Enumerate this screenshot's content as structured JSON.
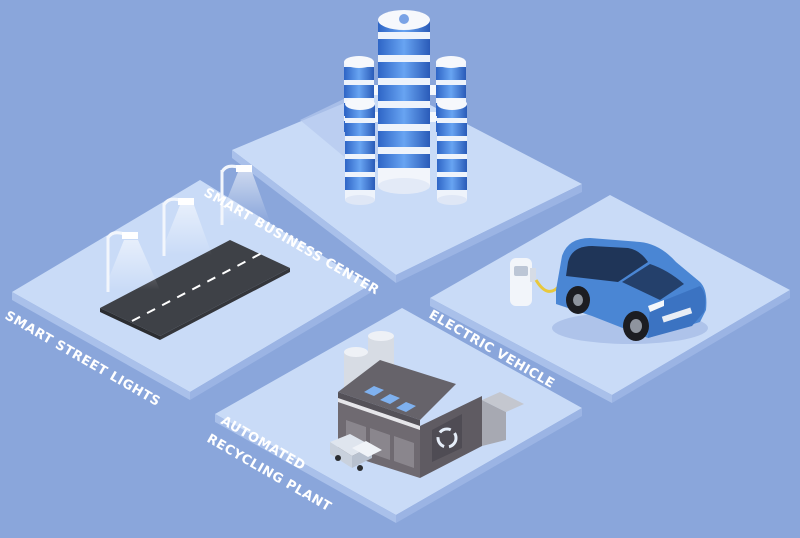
{
  "labels": {
    "business_center": "SMART BUSINESS CENTER",
    "street_lights": "SMART STREET LIGHTS",
    "electric_vehicle": "ELECTRIC VEHICLE",
    "recycling_line1": "AUTOMATED",
    "recycling_line2": "RECYCLING PLANT"
  },
  "colors": {
    "background": "#8aa6db",
    "platform_top": "#c9dbf7",
    "platform_side": "#a9c0ea",
    "road": "#3e4147",
    "car_body": "#4a86d4",
    "factory_wall": "#6f6a71",
    "tower_blue": "#3d7be0"
  },
  "icons": {
    "recycle": "recycle-icon",
    "charging": "charging-station-icon"
  }
}
